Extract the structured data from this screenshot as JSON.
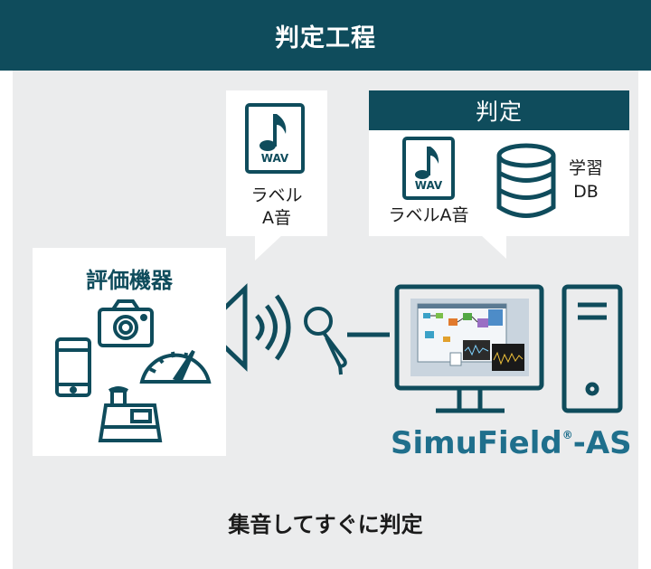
{
  "header": {
    "title": "判定工程"
  },
  "bubble_left": {
    "file_type": "WAV",
    "label_line1": "ラベル",
    "label_line2": "A音"
  },
  "bubble_right": {
    "title": "判定",
    "file_type": "WAV",
    "file_label": "ラベルA音",
    "db_line1": "学習",
    "db_line2": "DB"
  },
  "devices": {
    "title": "評価機器"
  },
  "product": {
    "name": "SimuField",
    "registered": "®",
    "suffix": "-AS"
  },
  "caption": "集音してすぐに判定",
  "colors": {
    "primary": "#0f4c5c",
    "brand": "#1f6f8c",
    "background": "#ebeced"
  },
  "icons": [
    "music-file-icon",
    "database-icon",
    "camera-icon",
    "smartphone-icon",
    "gauge-icon",
    "telephone-icon",
    "speaker-icon",
    "microphone-icon",
    "monitor-icon",
    "pc-tower-icon"
  ]
}
